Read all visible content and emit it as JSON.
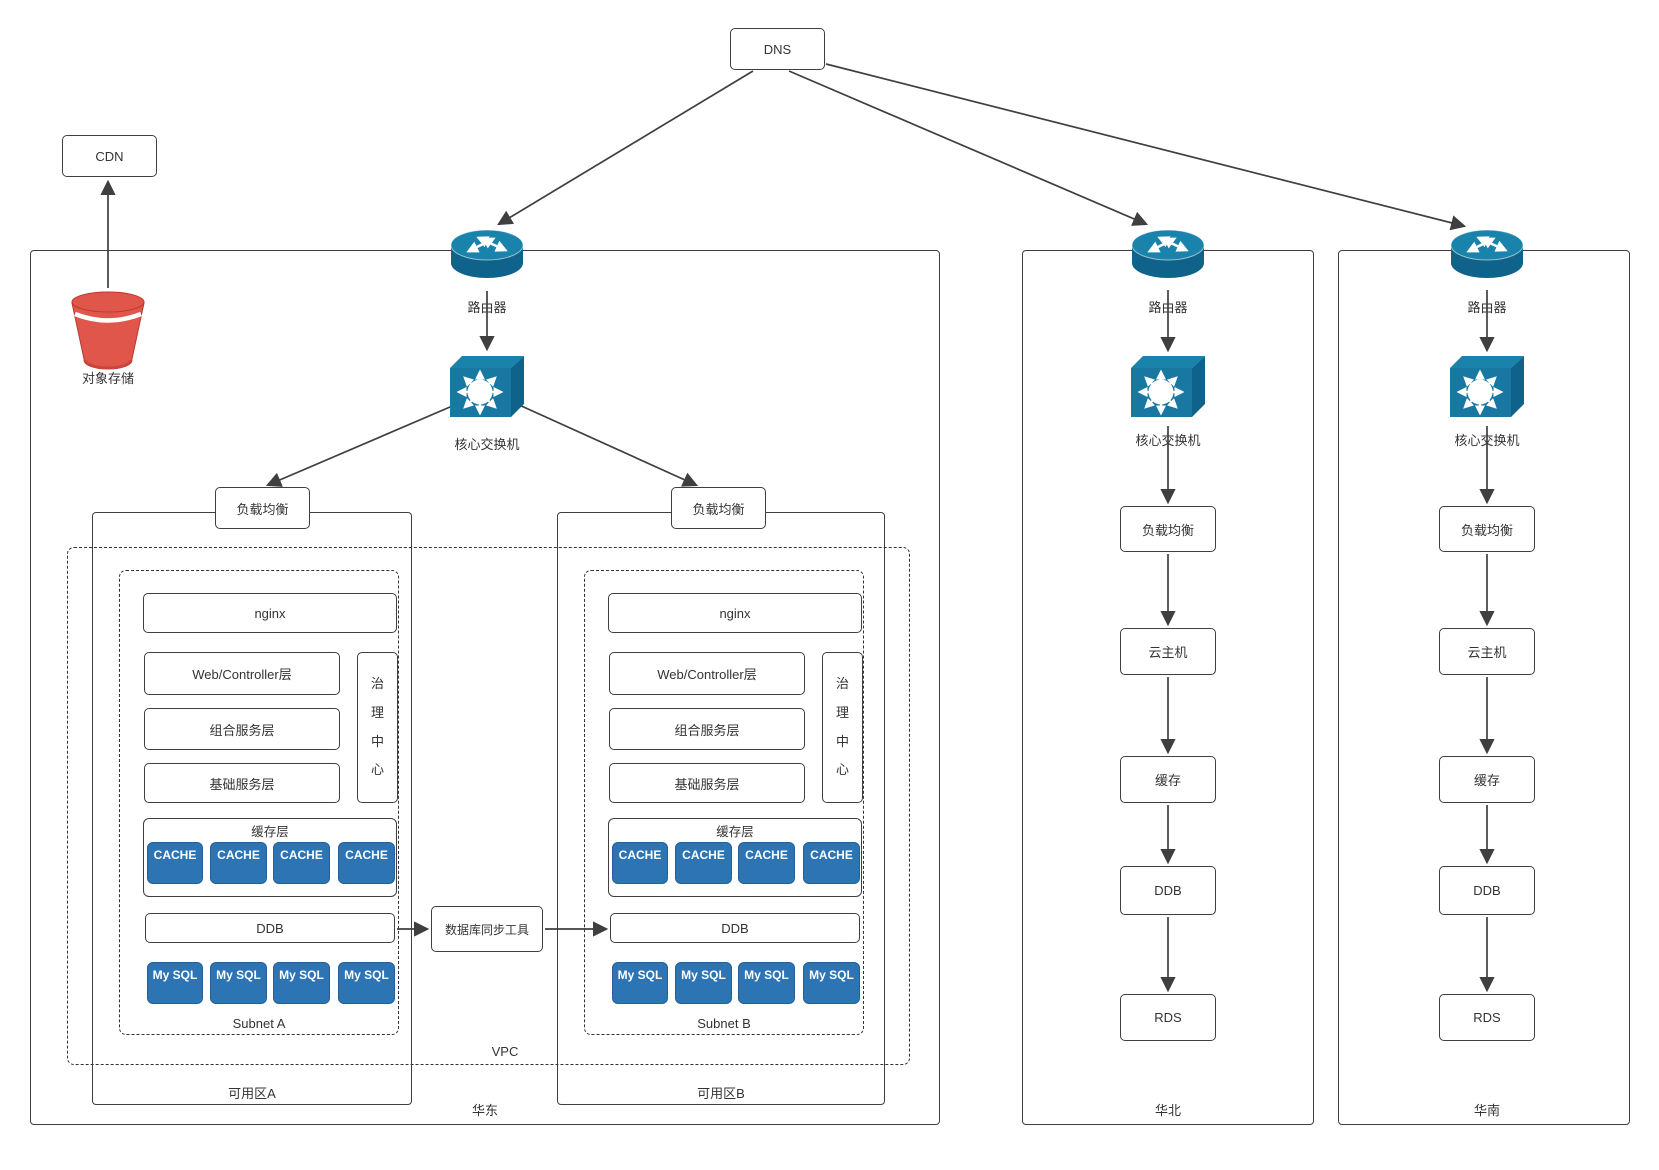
{
  "labels": {
    "dns": "DNS",
    "cdn": "CDN",
    "object_storage": "对象存储",
    "router": "路由器",
    "core_switch": "核心交换机",
    "load_balancer": "负载均衡",
    "nginx": "nginx",
    "web_controller": "Web/Controller层",
    "composite_service": "组合服务层",
    "base_service": "基础服务层",
    "governance_center": "治理中心",
    "cache_layer": "缓存层",
    "cache_node": "CACHE",
    "ddb": "DDB",
    "mysql_node": "My SQL",
    "db_sync_tool": "数据库同步工具",
    "cloud_host": "云主机",
    "cache": "缓存",
    "rds": "RDS",
    "vpc": "VPC",
    "zone_a": "可用区A",
    "zone_b": "可用区B",
    "subnet_a": "Subnet A",
    "subnet_b": "Subnet B",
    "region_east": "华东",
    "region_north": "华北",
    "region_south": "华南"
  },
  "colors": {
    "node_blue": "#2d74b5",
    "icon_blue_front": "#1878a2",
    "icon_blue_top": "#1983ab",
    "icon_blue_dark": "#0f628a",
    "bucket_red": "#e0564a",
    "bucket_red_dark": "#b8392f",
    "line": "#3f3f3f"
  }
}
